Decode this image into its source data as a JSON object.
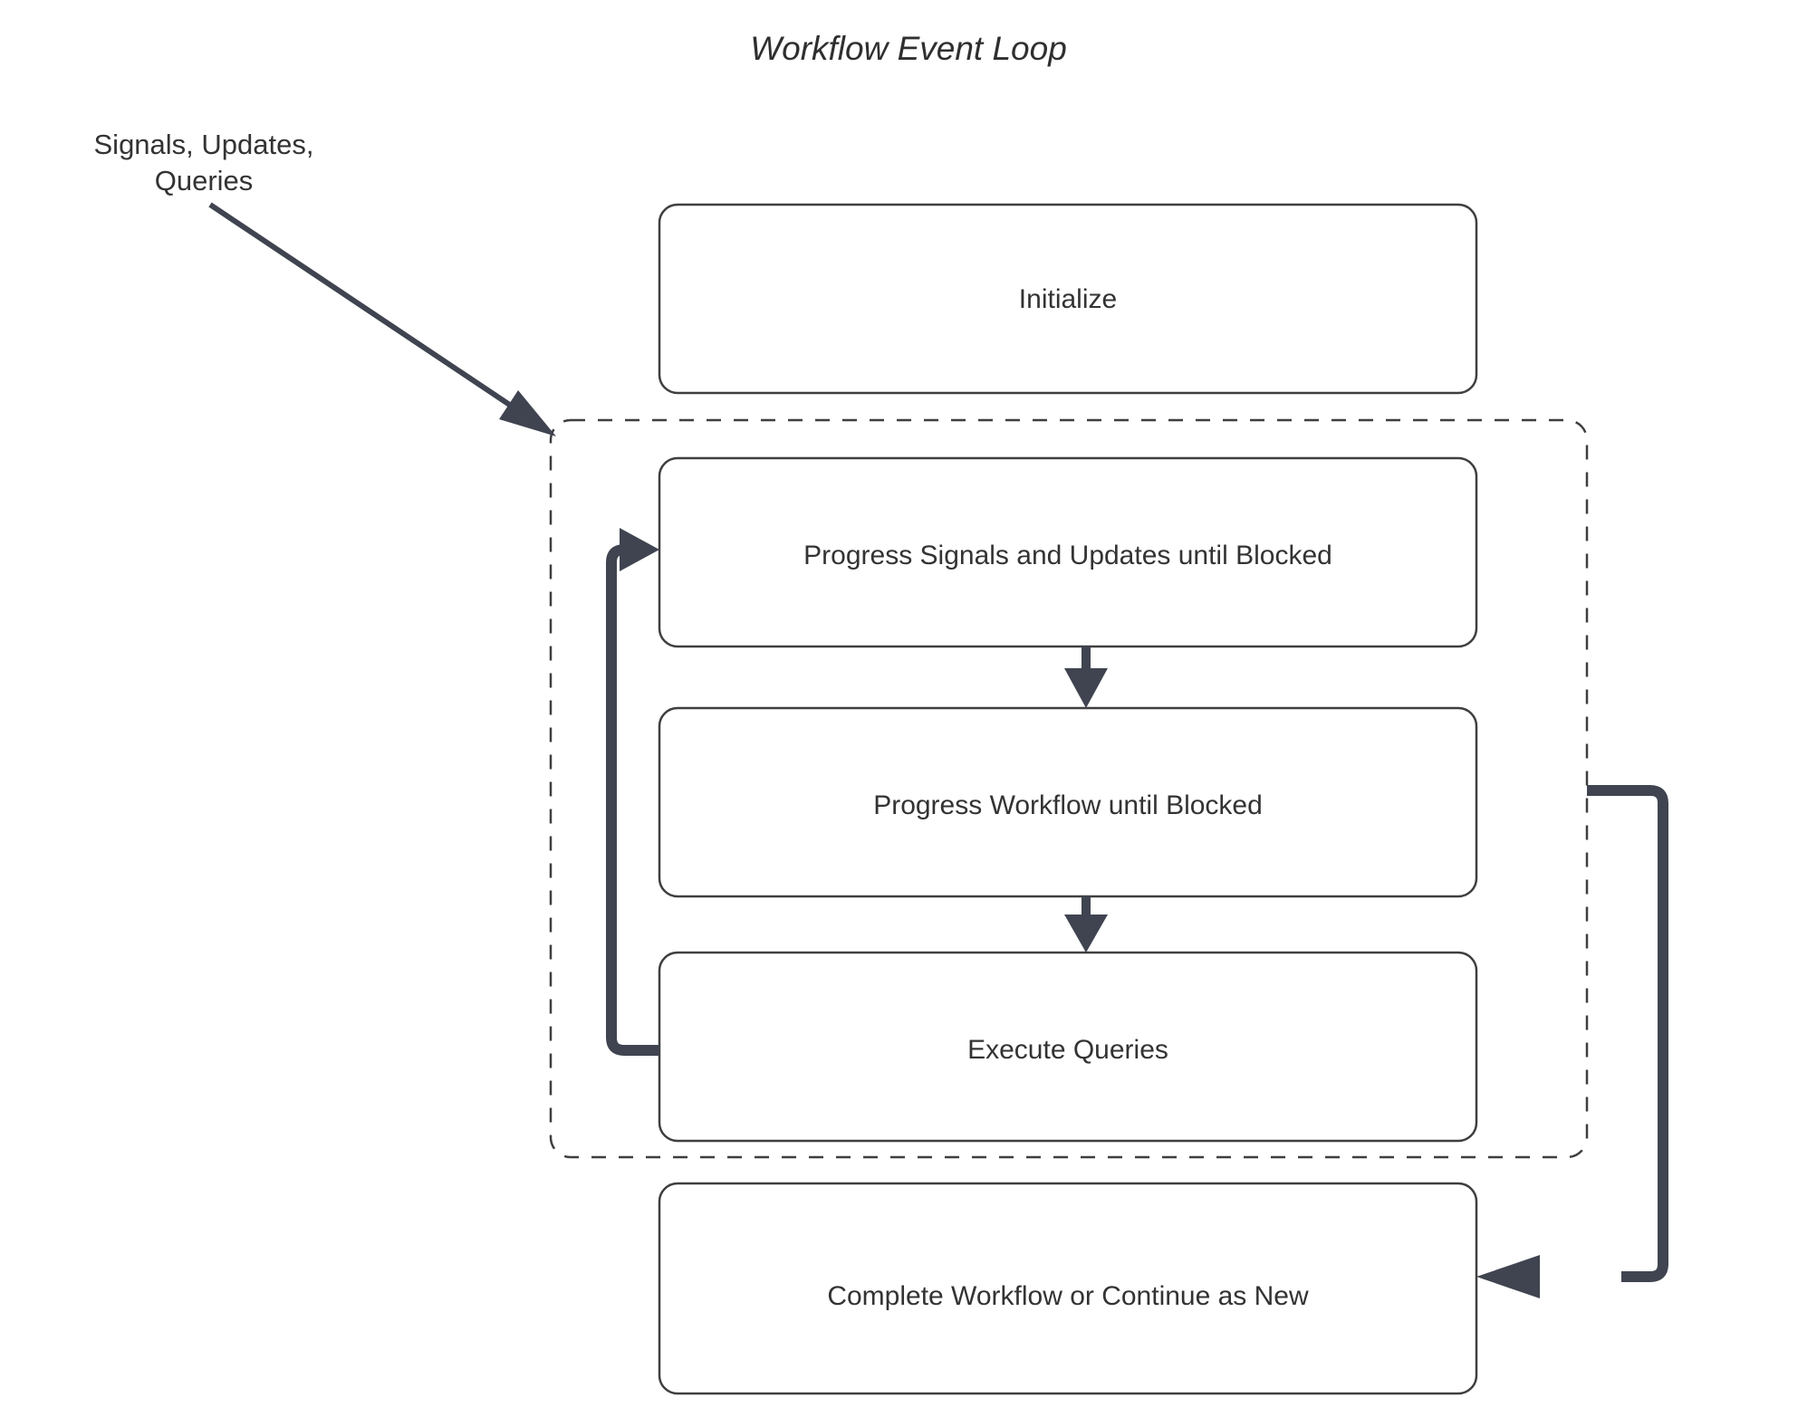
{
  "title": "Workflow Event Loop",
  "external_input": {
    "label_line1": "Signals, Updates,",
    "label_line2": "Queries"
  },
  "nodes": [
    {
      "id": "initialize",
      "label": "Initialize"
    },
    {
      "id": "progress-signals-updates",
      "label": "Progress Signals and Updates until Blocked"
    },
    {
      "id": "progress-workflow",
      "label": "Progress Workflow until Blocked"
    },
    {
      "id": "execute-queries",
      "label": "Execute Queries"
    },
    {
      "id": "complete-workflow",
      "label": "Complete Workflow or Continue as New"
    }
  ],
  "loop_container": {
    "style": "dashed"
  },
  "colors": {
    "stroke": "#3f4450",
    "node_border": "#3f3f3f",
    "text": "#333333",
    "background": "#ffffff"
  }
}
